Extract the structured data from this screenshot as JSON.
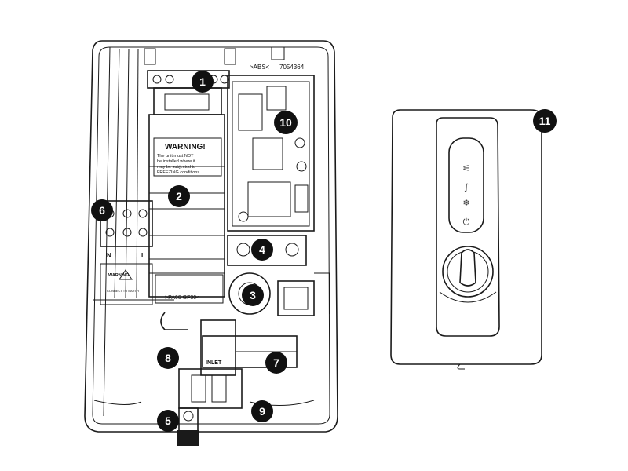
{
  "callouts": [
    {
      "num": "1",
      "part": "terminal-block"
    },
    {
      "num": "2",
      "part": "heater-tank"
    },
    {
      "num": "3",
      "part": "solenoid-valve"
    },
    {
      "num": "4",
      "part": "pressure-relief"
    },
    {
      "num": "5",
      "part": "outlet"
    },
    {
      "num": "6",
      "part": "mains-terminal"
    },
    {
      "num": "7",
      "part": "inlet-pipe"
    },
    {
      "num": "8",
      "part": "flow-valve"
    },
    {
      "num": "9",
      "part": "backplate"
    },
    {
      "num": "10",
      "part": "pcb"
    },
    {
      "num": "11",
      "part": "front-cover"
    }
  ],
  "labels": {
    "abs_mark": ">ABS<",
    "part_number": "7054364",
    "warning_title": "WARNING!",
    "warning_line1": "The unit must NOT",
    "warning_line2": "be installed where it",
    "warning_line3": "may be subjected to",
    "warning_line4": "FREEZING conditions.",
    "material_mark": ">PA66 GF30<",
    "inlet": "INLET",
    "terminal_n": "N",
    "terminal_l": "L",
    "small_warning": "WARNING",
    "small_warning_text": "CONNECT TO EARTH"
  }
}
